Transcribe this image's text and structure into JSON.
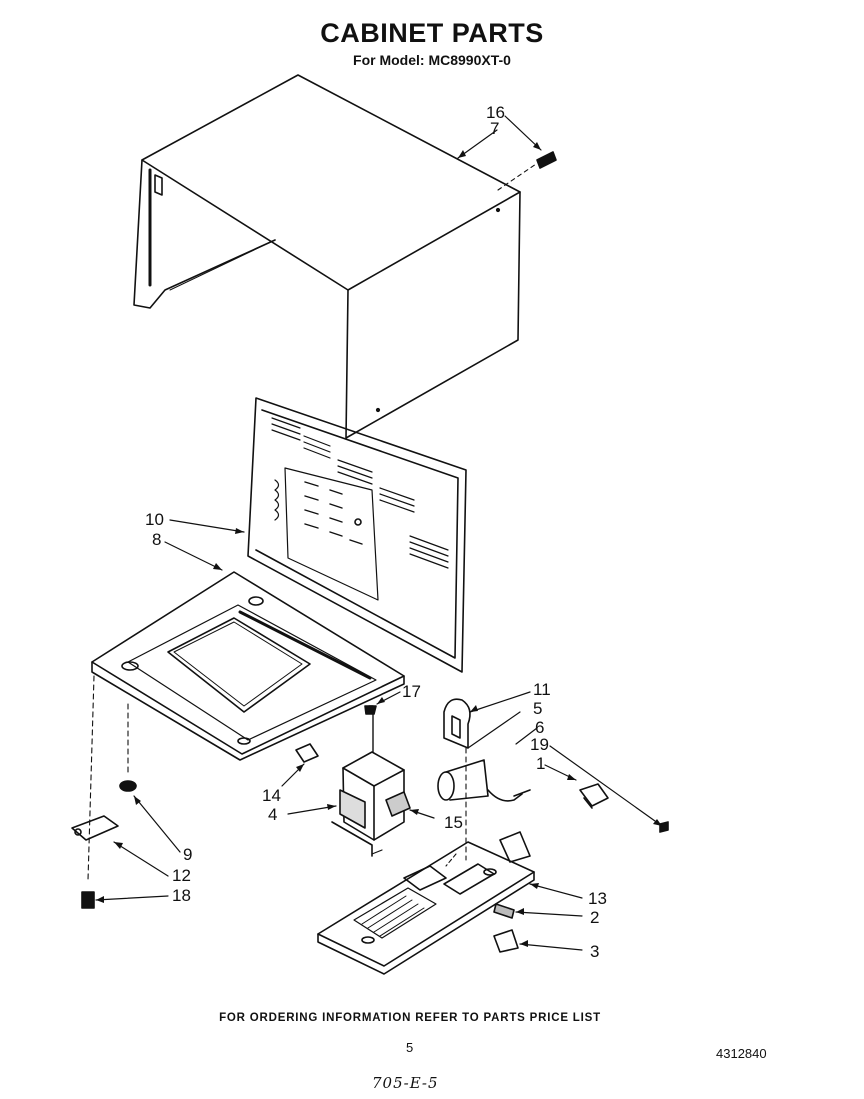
{
  "header": {
    "title": "CABINET PARTS",
    "model": "For Model: MC8990XT-0"
  },
  "callouts": {
    "c16": "16",
    "c7": "7",
    "c10": "10",
    "c8": "8",
    "c17": "17",
    "c11": "11",
    "c5": "5",
    "c6": "6",
    "c19": "19",
    "c1": "1",
    "c14": "14",
    "c4": "4",
    "c15": "15",
    "c9": "9",
    "c12": "12",
    "c18": "18",
    "c13": "13",
    "c2": "2",
    "c3": "3"
  },
  "footer": {
    "ordering_note": "FOR ORDERING INFORMATION REFER TO PARTS PRICE LIST",
    "page_number": "5",
    "document_number": "4312840",
    "handwritten_note": "705-E-5"
  }
}
